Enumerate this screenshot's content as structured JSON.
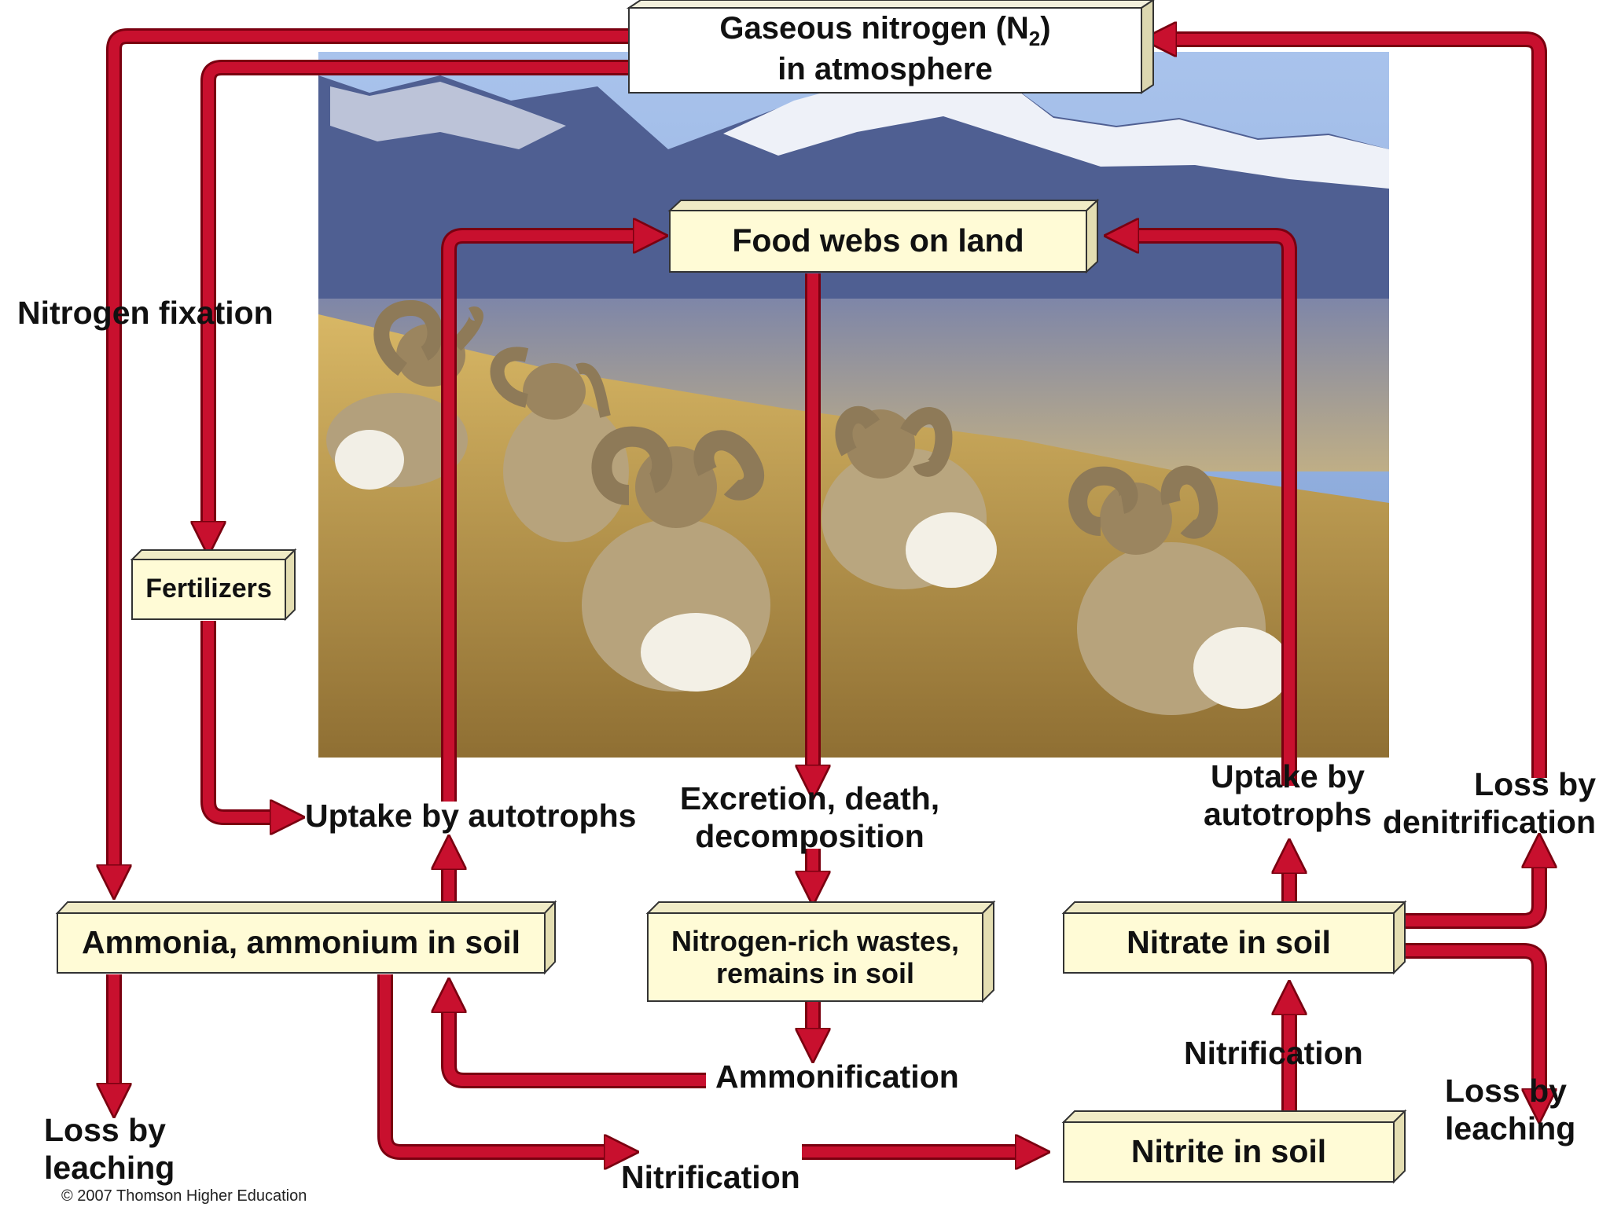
{
  "nodes": {
    "atmosphere": {
      "line1": "Gaseous nitrogen (N",
      "subscript": "2",
      "line1_end": ")",
      "line2": "in atmosphere"
    },
    "food_webs": "Food webs on land",
    "fertilizers": "Fertilizers",
    "ammonia": "Ammonia, ammonium in soil",
    "wastes": {
      "line1": "Nitrogen-rich wastes,",
      "line2": "remains in soil"
    },
    "nitrate": "Nitrate in soil",
    "nitrite": "Nitrite in soil"
  },
  "labels": {
    "nitrogen_fixation": "Nitrogen fixation",
    "uptake_left": "Uptake by autotrophs",
    "excretion": {
      "line1": "Excretion, death,",
      "line2": "decomposition"
    },
    "uptake_right": {
      "line1": "Uptake by",
      "line2": "autotrophs"
    },
    "denitrification": {
      "line1": "Loss by",
      "line2": "denitrification"
    },
    "ammonification": "Ammonification",
    "nitrification_right": "Nitrification",
    "nitrification_bottom": "Nitrification",
    "leaching_left": {
      "line1": "Loss by",
      "line2": "leaching"
    },
    "leaching_right": {
      "line1": "Loss by",
      "line2": "leaching"
    }
  },
  "copyright": "© 2007 Thomson Higher Education",
  "colors": {
    "arrow": "#c8102e",
    "arrow_edge": "#7a0010",
    "box_fill": "#fffbd6",
    "box_side": "#e8e2b4",
    "sky": "#8fb0e0",
    "mountain": "#4a5a8a",
    "snow": "#f2f4fa",
    "grass": "#c9a34f",
    "sheep": "#b8a17a"
  },
  "photo": {
    "subject": "bighorn-sheep-on-hillside"
  }
}
